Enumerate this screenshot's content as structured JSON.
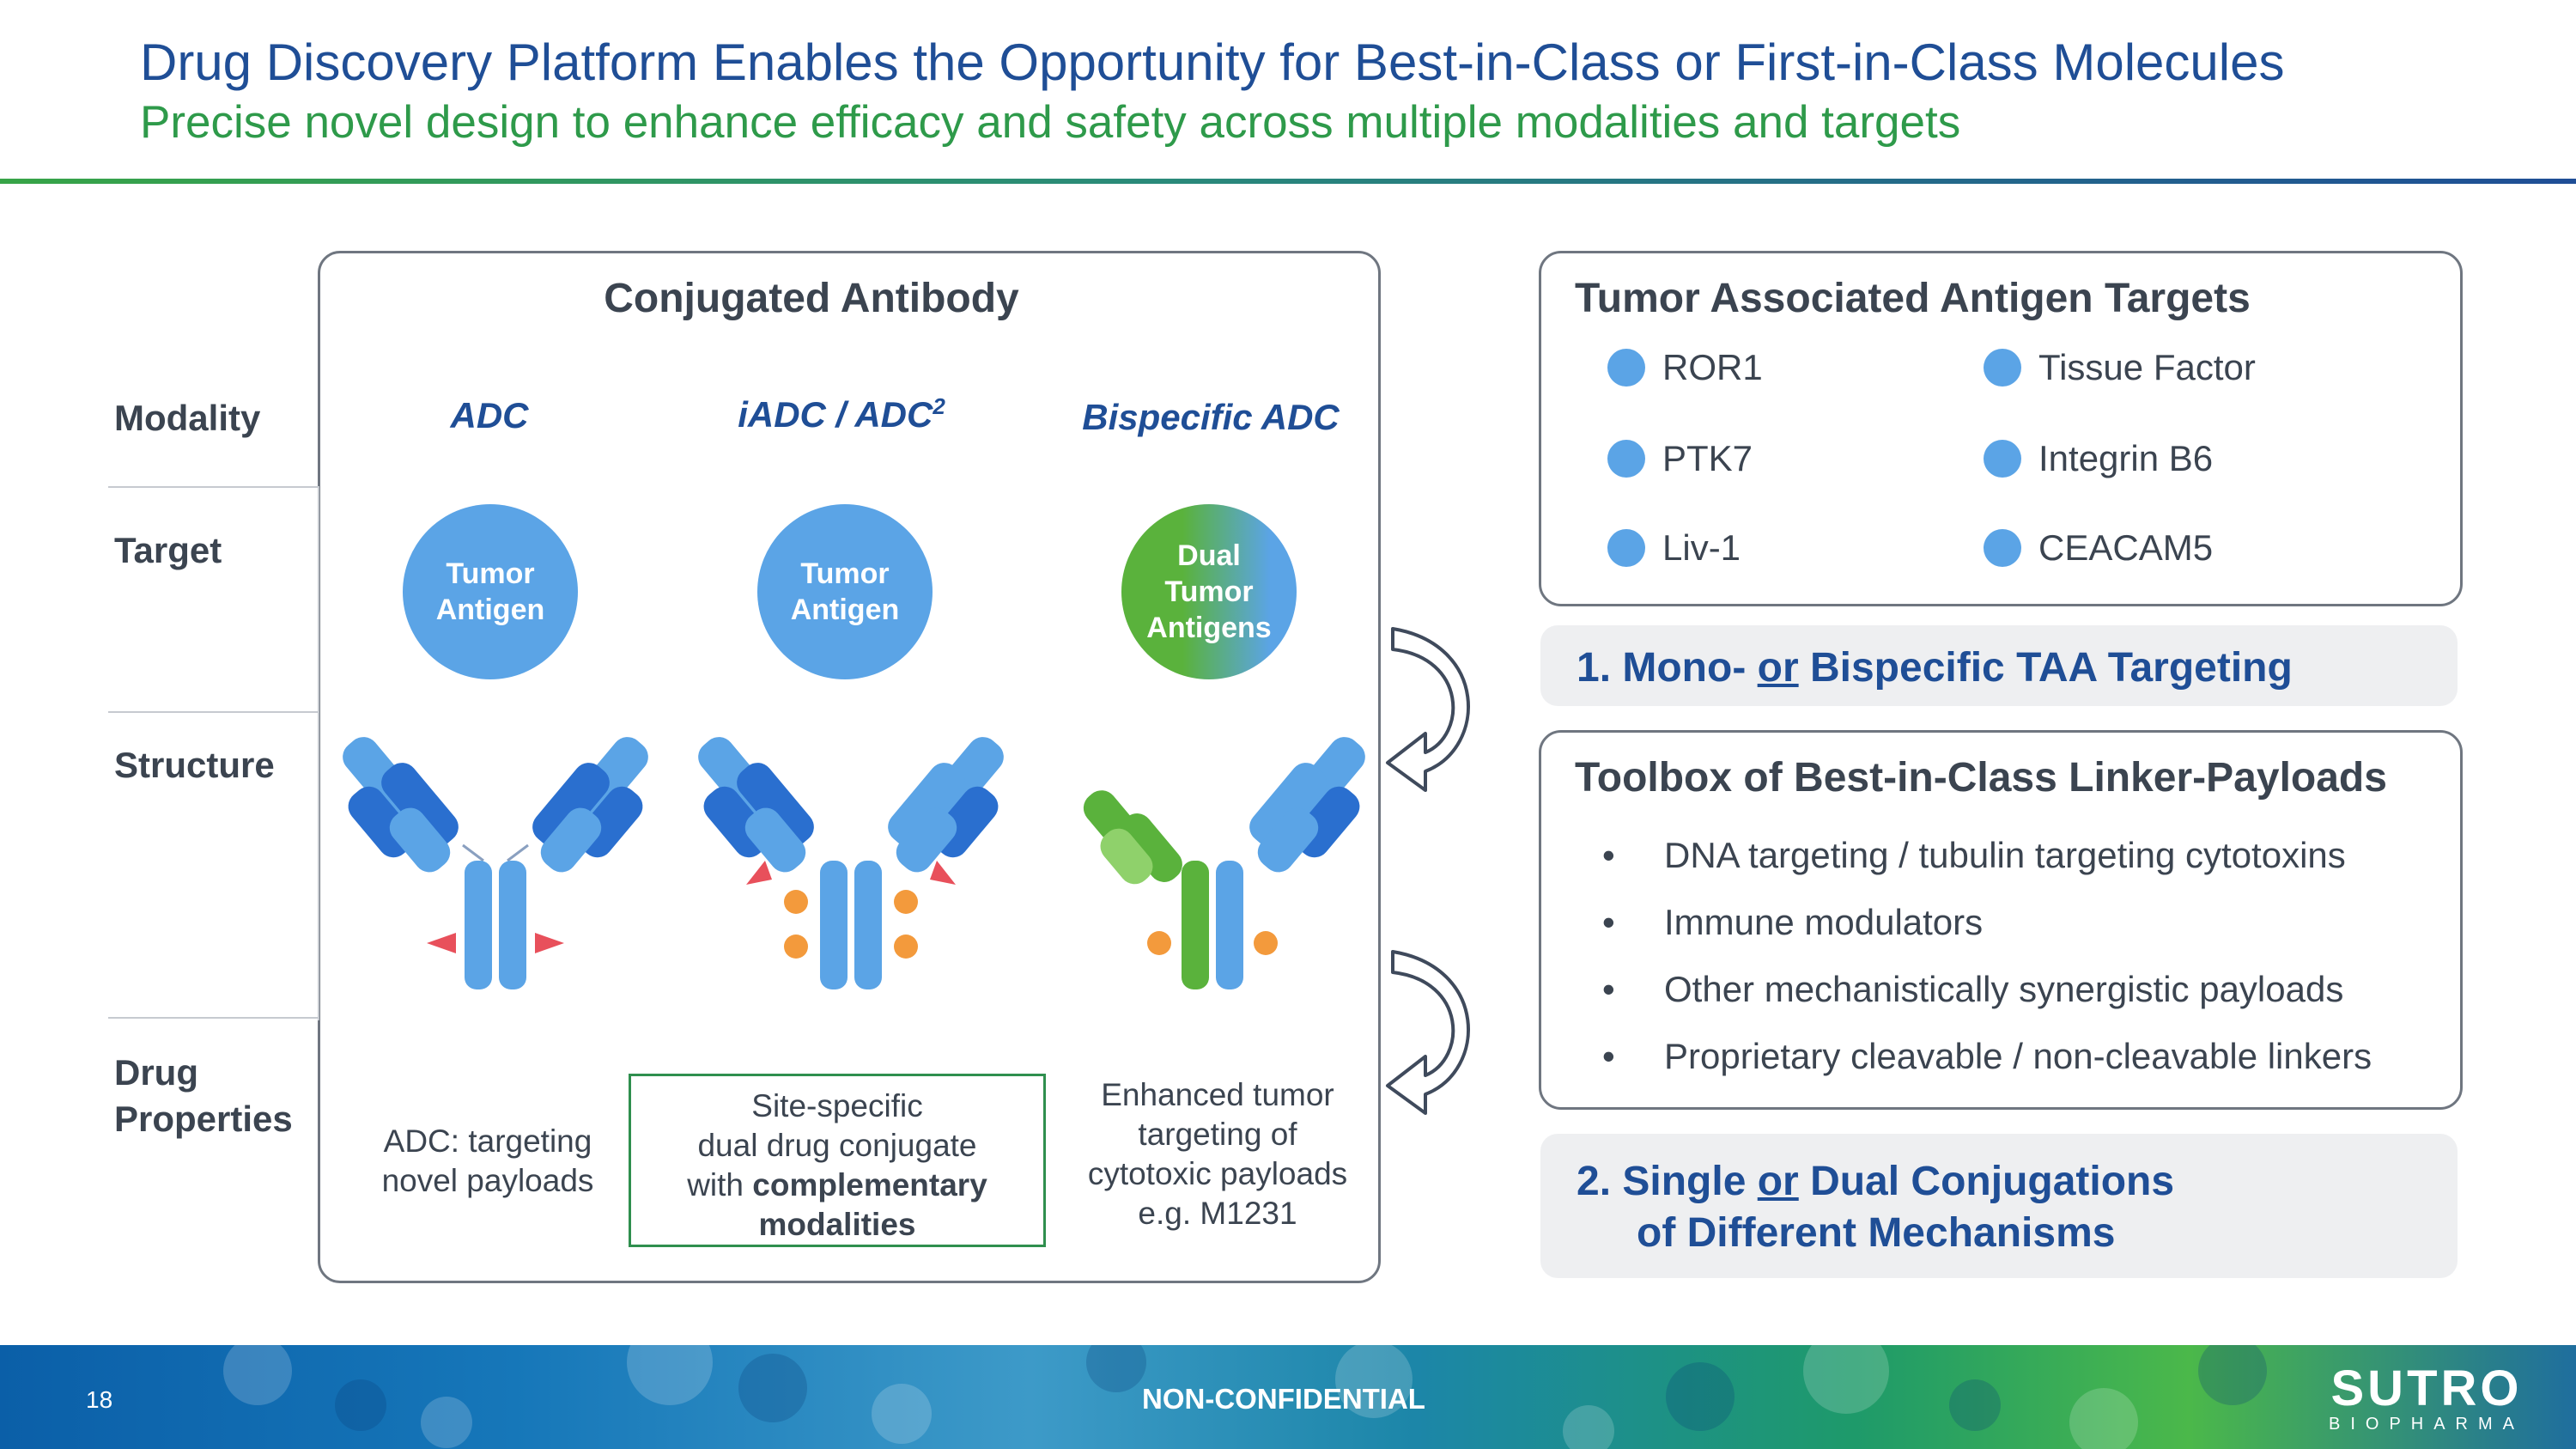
{
  "header": {
    "title": "Drug Discovery Platform Enables the Opportunity for Best-in-Class or First-in-Class Molecules",
    "subtitle": "Precise novel design to enhance efficacy and safety across multiple modalities and targets"
  },
  "conjugated": {
    "title": "Conjugated Antibody",
    "row_labels": {
      "modality": "Modality",
      "target": "Target",
      "structure": "Structure",
      "drug_properties_line1": "Drug",
      "drug_properties_line2": "Properties"
    },
    "modalities": {
      "adc": "ADC",
      "iadc_prefix": "iADC / ADC",
      "iadc_sup": "2",
      "bispecific": "Bispecific ADC"
    },
    "targets": {
      "tumor_line1": "Tumor",
      "tumor_line2": "Antigen",
      "dual_line1": "Dual",
      "dual_line2": "Tumor",
      "dual_line3": "Antigens"
    },
    "properties": {
      "adc_line1": "ADC: targeting",
      "adc_line2": "novel payloads",
      "iadc_line1": "Site-specific",
      "iadc_line2": "dual drug conjugate",
      "iadc_line3_prefix": "with ",
      "iadc_line3_bold": "complementary",
      "iadc_line4_bold": "modalities",
      "bi_line1": "Enhanced tumor",
      "bi_line2": "targeting of",
      "bi_line3": "cytotoxic payloads",
      "bi_line4": "e.g. M1231"
    }
  },
  "tat": {
    "title": "Tumor Associated Antigen Targets",
    "items": [
      "ROR1",
      "Tissue Factor",
      "PTK7",
      "Integrin B6",
      "Liv-1",
      "CEACAM5"
    ]
  },
  "callout1": {
    "prefix": "1. Mono- ",
    "or": "or",
    "suffix": " Bispecific TAA Targeting"
  },
  "toolbox": {
    "title": "Toolbox of Best-in-Class Linker-Payloads",
    "bullet_char": "•",
    "bullets": [
      "DNA targeting / tubulin targeting cytotoxins",
      "Immune modulators",
      "Other mechanistically synergistic payloads",
      "Proprietary cleavable / non-cleavable linkers"
    ]
  },
  "callout2": {
    "prefix": "2.  Single ",
    "or": "or",
    "suffix": " Dual Conjugations",
    "line2": "of Different Mechanisms"
  },
  "footer": {
    "page_number": "18",
    "classification": "NON-CONFIDENTIAL",
    "logo_main": "SUTRO",
    "logo_sub": "BIOPHARMA"
  },
  "colors": {
    "title_blue": "#1f4e96",
    "subtitle_green": "#2e9a4a",
    "antigen_blue": "#5ba4e6",
    "antibody_dark_blue": "#2a6fcf",
    "antibody_green": "#5ab23c",
    "payload_red": "#e8505b",
    "payload_orange": "#f39a3c"
  }
}
